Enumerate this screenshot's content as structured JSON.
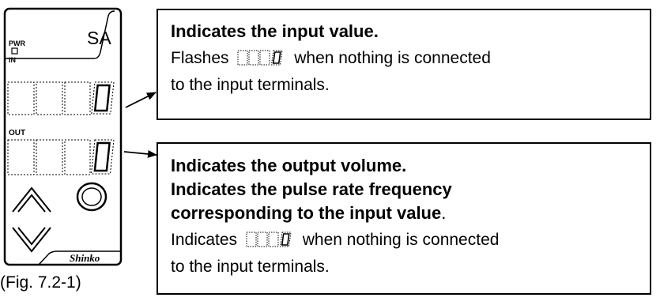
{
  "device": {
    "label_pwr": "PWR",
    "label_in": "IN",
    "label_out": "OUT",
    "model": "SA",
    "input_digit": "0",
    "output_digit": "0",
    "brand": "Shinko",
    "up_key_icon": "up-chevron-icon",
    "mode_key_icon": "mode-key-icon",
    "down_key_icon": "down-chevron-icon"
  },
  "input_callout": {
    "title": "Indicates the input value.",
    "line1_before": "Flashes",
    "line1_after": "when nothing is connected",
    "line2": "to the input terminals."
  },
  "output_callout": {
    "title1": "Indicates the output volume.",
    "title2": "Indicates the pulse rate frequency",
    "title3": "corresponding to the input value",
    "title3_suffix": ".",
    "line1_before": "Indicates",
    "line1_after": "when nothing is connected",
    "line2": "to the input terminals."
  },
  "figure": {
    "caption": "(Fig. 7.2-1)"
  }
}
